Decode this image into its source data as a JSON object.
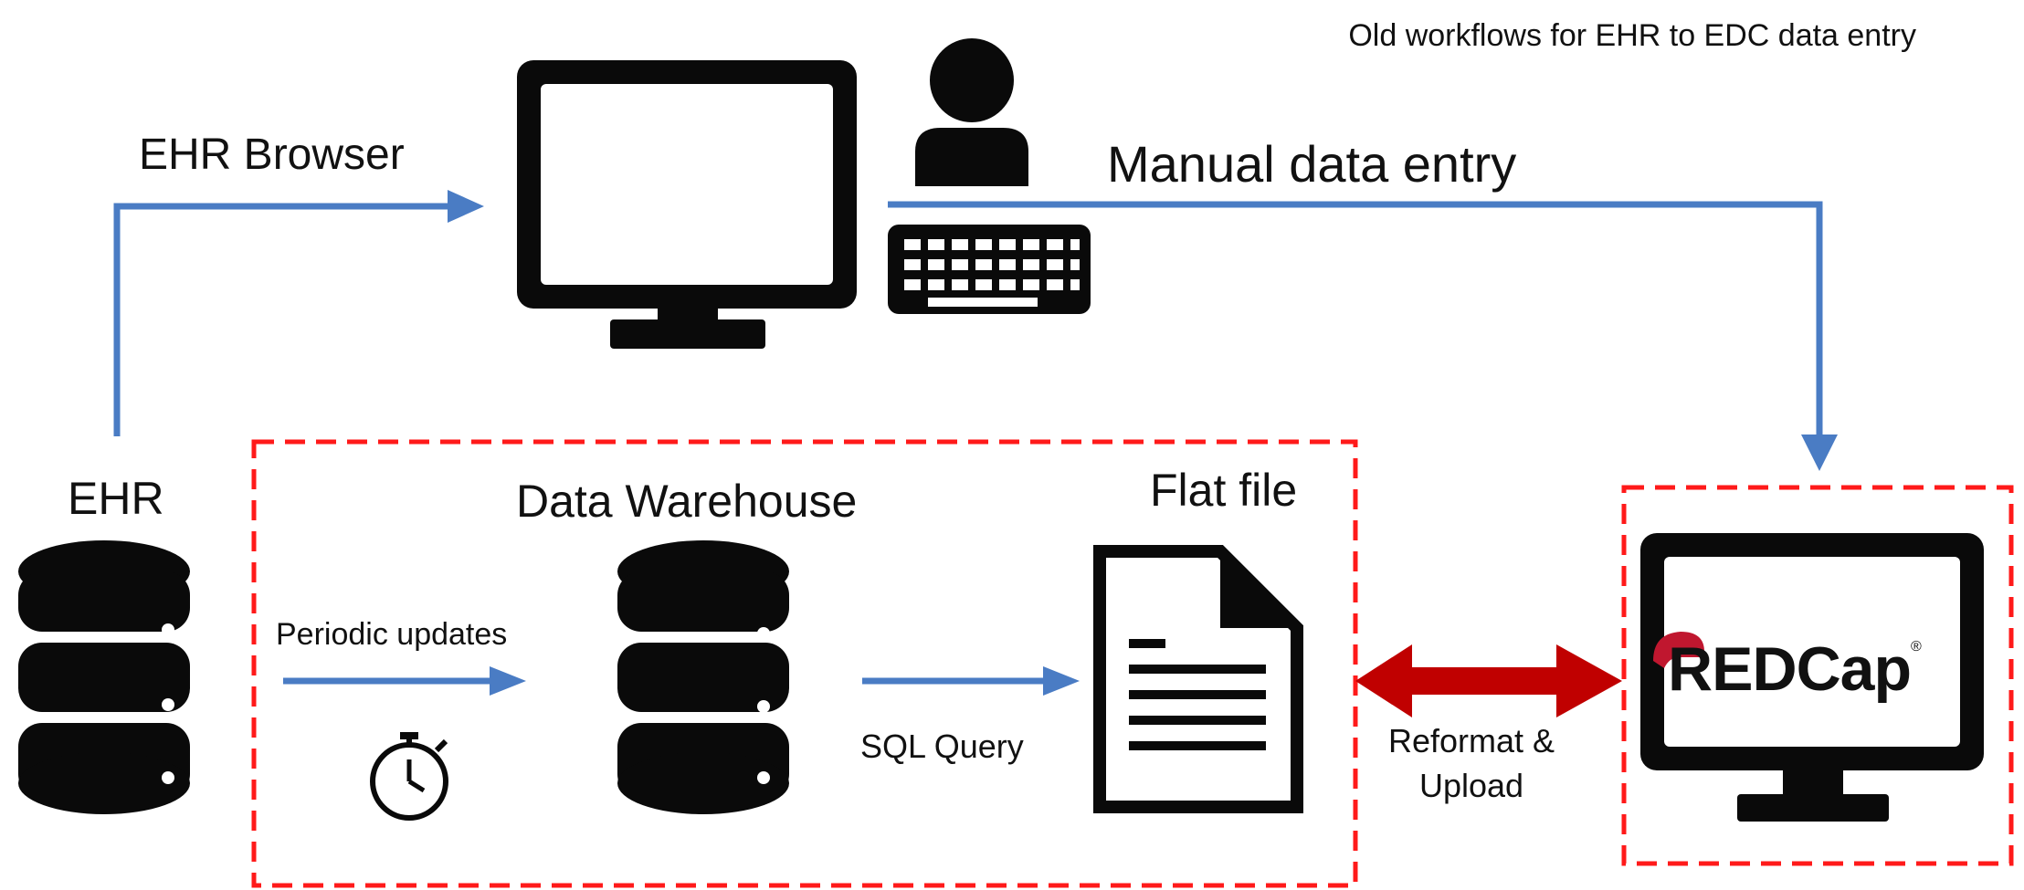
{
  "title": "Old workflows for EHR to EDC data entry",
  "labels": {
    "ehr_browser": "EHR Browser",
    "manual_data_entry": "Manual data entry",
    "ehr": "EHR",
    "data_warehouse": "Data Warehouse",
    "flat_file": "Flat file",
    "periodic_updates": "Periodic updates",
    "sql_query": "SQL Query",
    "reformat_upload_line1": "Reformat &",
    "reformat_upload_line2": "Upload"
  },
  "redcap_logo": {
    "text": "REDCap",
    "mark": "®"
  },
  "colors": {
    "flow_arrow": "#4a7cc4",
    "bidirectional_arrow": "#c00000",
    "dashed_box": "#ff1a1a",
    "icon": "#0a0a0a"
  },
  "icons": [
    "computer-monitor-icon",
    "person-icon",
    "keyboard-icon",
    "database-icon",
    "stopwatch-icon",
    "document-icon",
    "redcap-monitor-icon"
  ]
}
